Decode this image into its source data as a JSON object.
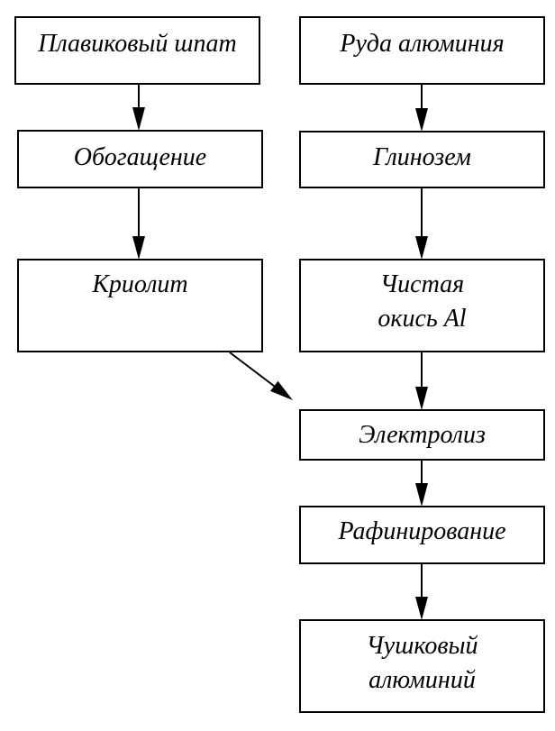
{
  "nodes": [
    {
      "id": "fluorspar",
      "lines": [
        "Плавиковый шпат"
      ]
    },
    {
      "id": "ore",
      "lines": [
        "Руда алюминия"
      ]
    },
    {
      "id": "enrichment",
      "lines": [
        "Обогащение"
      ]
    },
    {
      "id": "alumina",
      "lines": [
        "Глинозем"
      ]
    },
    {
      "id": "cryolite",
      "lines": [
        "Криолит"
      ]
    },
    {
      "id": "pure-oxide",
      "lines": [
        "Чистая",
        "окись Al"
      ]
    },
    {
      "id": "electrolysis",
      "lines": [
        "Электролиз"
      ]
    },
    {
      "id": "refining",
      "lines": [
        "Рафинирование"
      ]
    },
    {
      "id": "ingot-aluminium",
      "lines": [
        "Чушковый",
        "алюминий"
      ]
    }
  ],
  "edges": [
    {
      "from": "fluorspar",
      "to": "enrichment"
    },
    {
      "from": "enrichment",
      "to": "cryolite"
    },
    {
      "from": "ore",
      "to": "alumina"
    },
    {
      "from": "alumina",
      "to": "pure-oxide"
    },
    {
      "from": "cryolite",
      "to": "electrolysis"
    },
    {
      "from": "pure-oxide",
      "to": "electrolysis"
    },
    {
      "from": "electrolysis",
      "to": "refining"
    },
    {
      "from": "refining",
      "to": "ingot-aluminium"
    }
  ]
}
